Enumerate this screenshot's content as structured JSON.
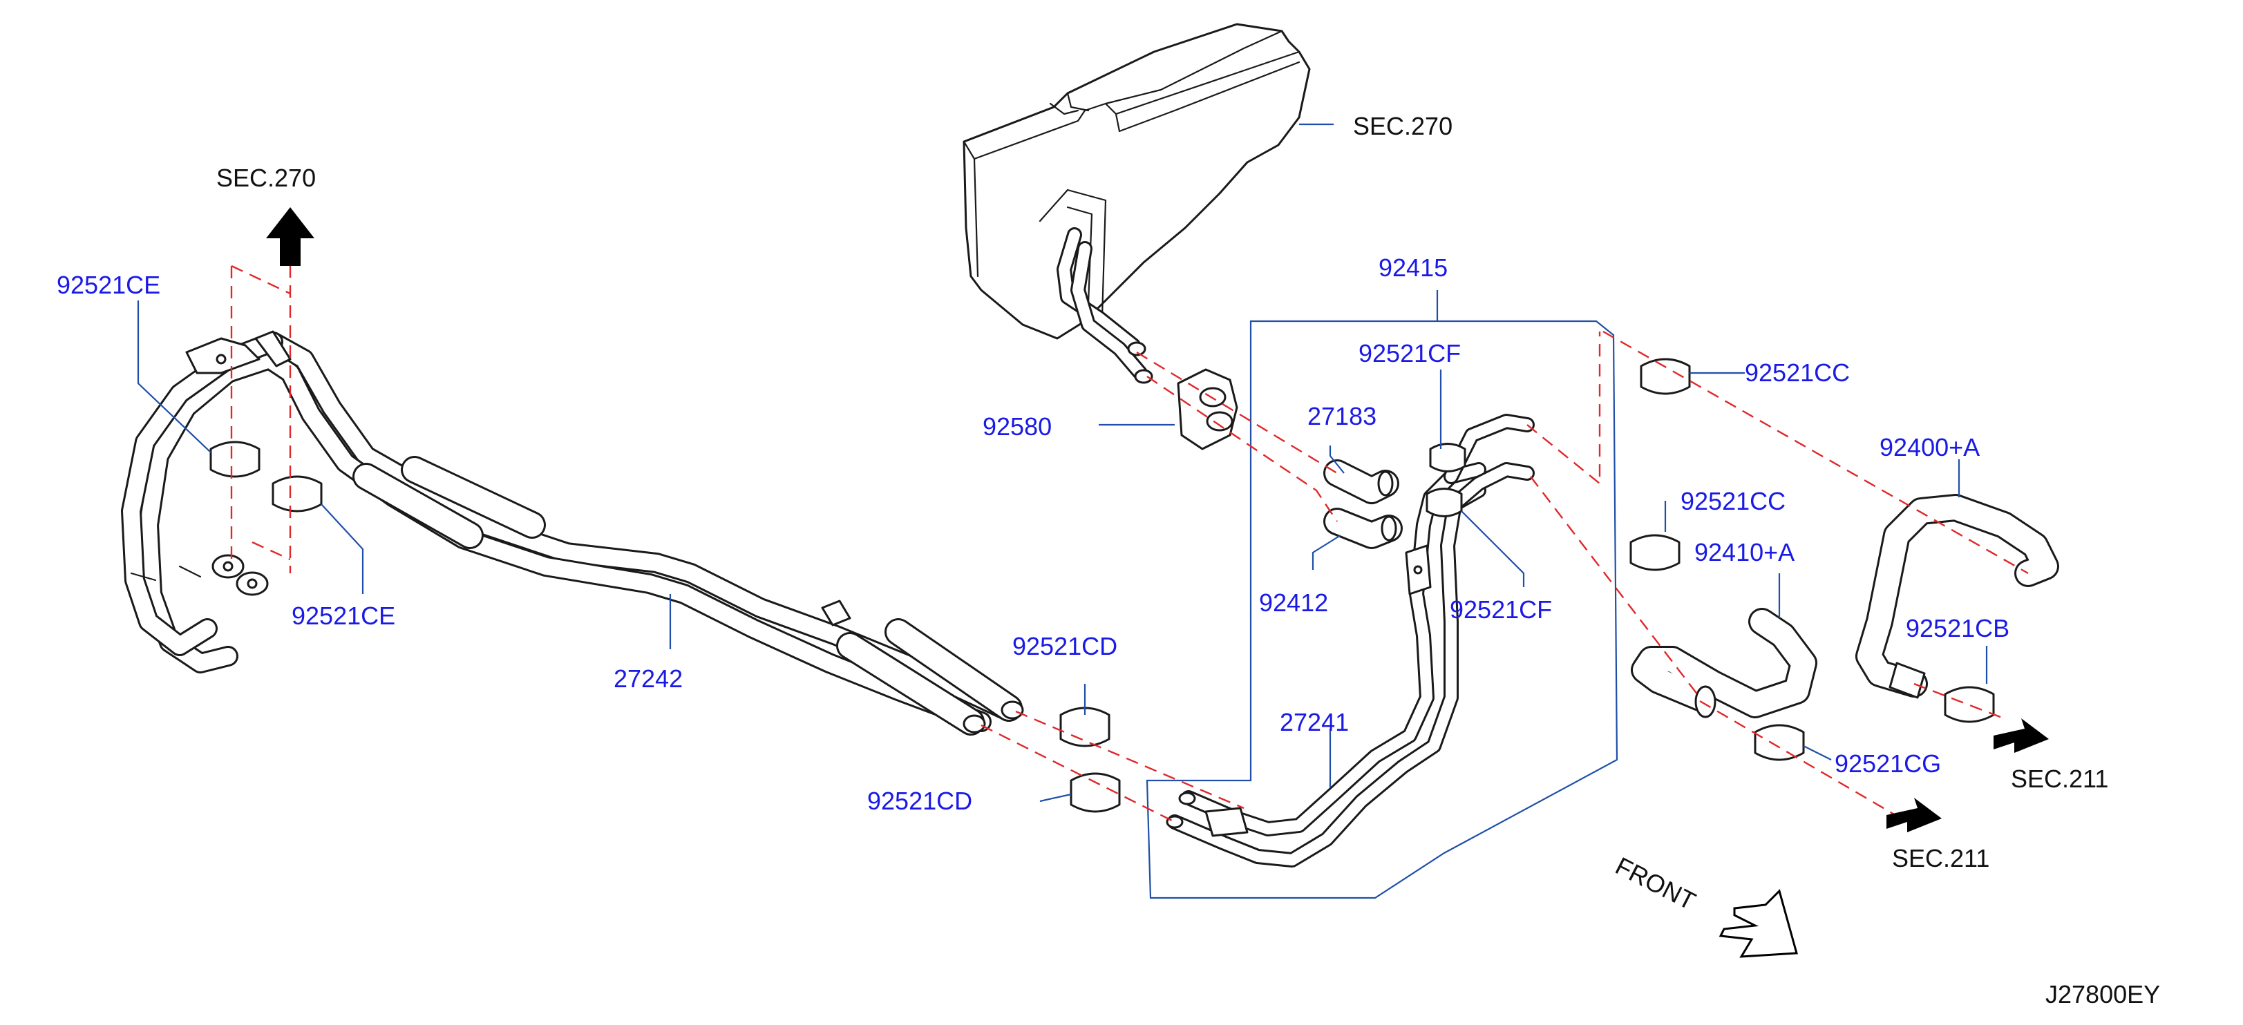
{
  "diagram_id": "J27800EY",
  "front_label": "FRONT",
  "labels": {
    "sec270_top": "SEC.270",
    "sec270_left": "SEC.270",
    "sec211_right": "SEC.211",
    "sec211_bottom": "SEC.211",
    "p92521CE_top": "92521CE",
    "p92521CE_bottom": "92521CE",
    "p27242": "27242",
    "p92580": "92580",
    "p92415": "92415",
    "p92521CF_top": "92521CF",
    "p27183": "27183",
    "p92412": "92412",
    "p92521CF_bottom": "92521CF",
    "p27241": "27241",
    "p92521CD_top": "92521CD",
    "p92521CD_bottom": "92521CD",
    "p92521CC_top": "92521CC",
    "p92521CC_mid": "92521CC",
    "p92400A": "92400+A",
    "p92410A": "92410+A",
    "p92521CB": "92521CB",
    "p92521CG": "92521CG"
  },
  "colors": {
    "part_number": "#1a1ae6",
    "leader_line": "#1f4fa8",
    "dashed_centerline": "#e0282a",
    "outline": "#1a1a1a"
  }
}
